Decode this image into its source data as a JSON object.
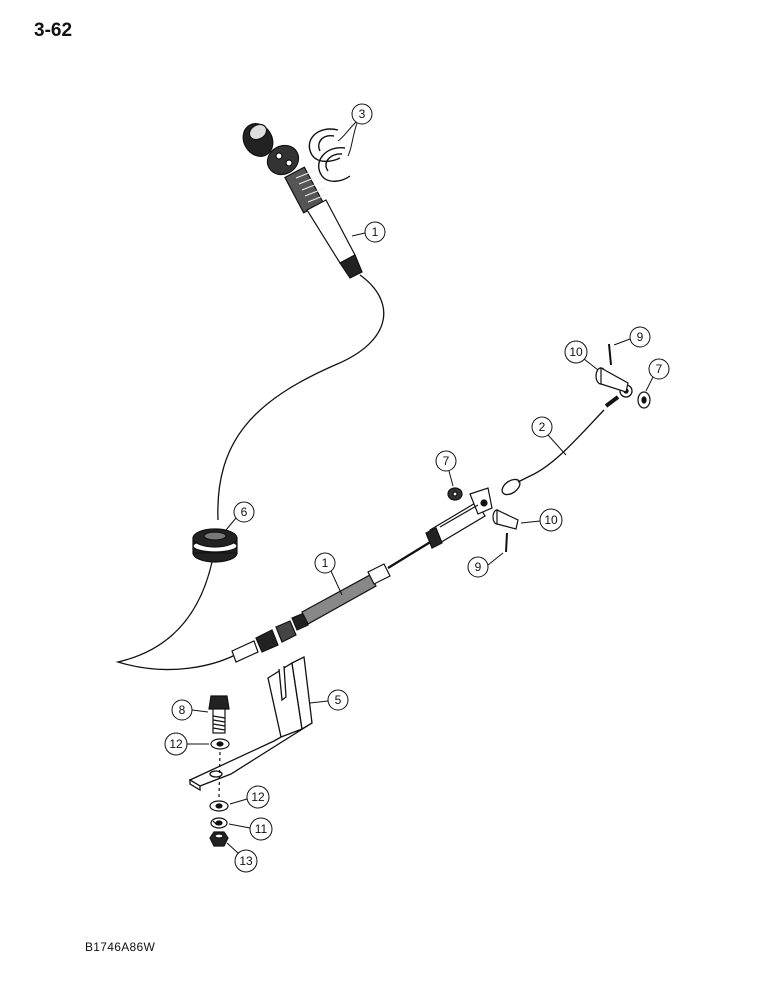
{
  "page": {
    "number": "3-62",
    "figure_code": "B1746A86W"
  },
  "callouts": {
    "c1_upper": "1",
    "c1_lower": "1",
    "c2": "2",
    "c3": "3",
    "c5": "5",
    "c6": "6",
    "c7_upper": "7",
    "c7_lower": "7",
    "c8": "8",
    "c9_upper": "9",
    "c9_lower": "9",
    "c10_upper": "10",
    "c10_lower": "10",
    "c11": "11",
    "c12_upper": "12",
    "c12_lower": "12",
    "c13": "13"
  }
}
